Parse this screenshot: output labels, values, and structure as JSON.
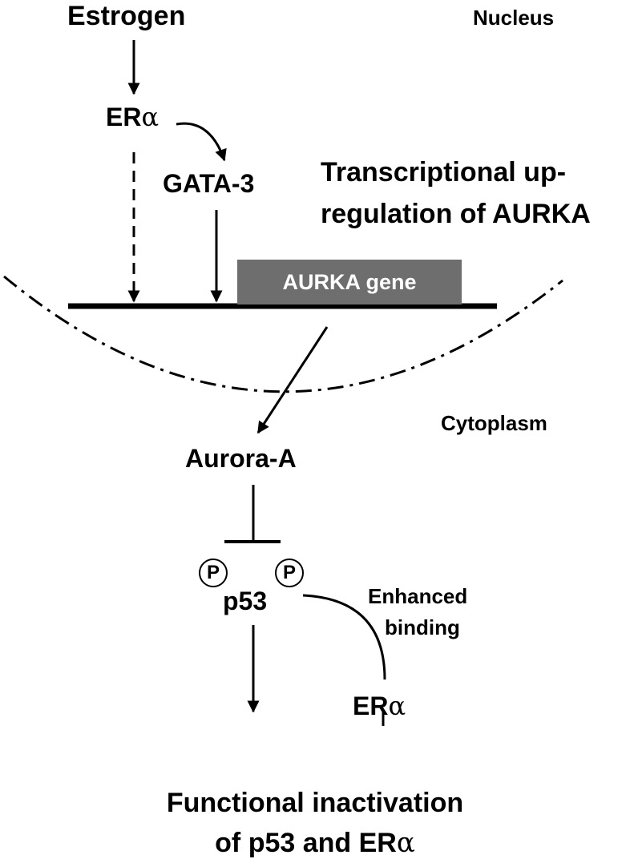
{
  "labels": {
    "estrogen": "Estrogen",
    "nucleus": "Nucleus",
    "er_alpha_top_prefix": "ER",
    "er_alpha_top_symbol": "α",
    "gata3": "GATA-3",
    "transcriptional_line1": "Transcriptional up-",
    "transcriptional_line2": "regulation of AURKA",
    "aurka_gene": "AURKA gene",
    "cytoplasm": "Cytoplasm",
    "aurora_a": "Aurora-A",
    "phospho_left": "P",
    "phospho_right": "P",
    "p53": "p53",
    "enhanced_line1": "Enhanced",
    "enhanced_line2": "binding",
    "er_alpha_bottom_prefix": "ER",
    "er_alpha_bottom_symbol": "α",
    "outcome_line1": "Functional inactivation",
    "outcome_line2_prefix": "of p53 and ER",
    "outcome_line2_symbol": "α"
  },
  "colors": {
    "ink": "#000000",
    "gene_box": "#6e6e6e",
    "gene_text": "#ffffff"
  }
}
